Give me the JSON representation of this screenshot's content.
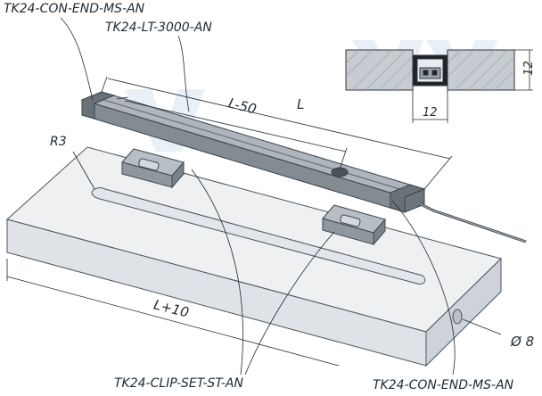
{
  "labels": {
    "part_end_cap_top": "TK24-CON-END-MS-AN",
    "part_profile": "TK24-LT-3000-AN",
    "part_clip": "TK24-CLIP-SET-ST-AN",
    "part_end_cap_bottom": "TK24-CON-END-MS-AN"
  },
  "dimensions": {
    "length": "L",
    "length_minus": "L-50",
    "length_plus": "L+10",
    "radius": "R3",
    "hole_diameter": "Ø 8",
    "section_height": "12",
    "section_width": "12"
  },
  "colors": {
    "ink": "#1f2a33",
    "board_top": "#eef0f2",
    "board_front": "#d8dde2",
    "board_side": "#c8ced4",
    "profile": "#9aa1a8",
    "profile_dark": "#5d646b",
    "watermark": "#c9d9e8"
  }
}
